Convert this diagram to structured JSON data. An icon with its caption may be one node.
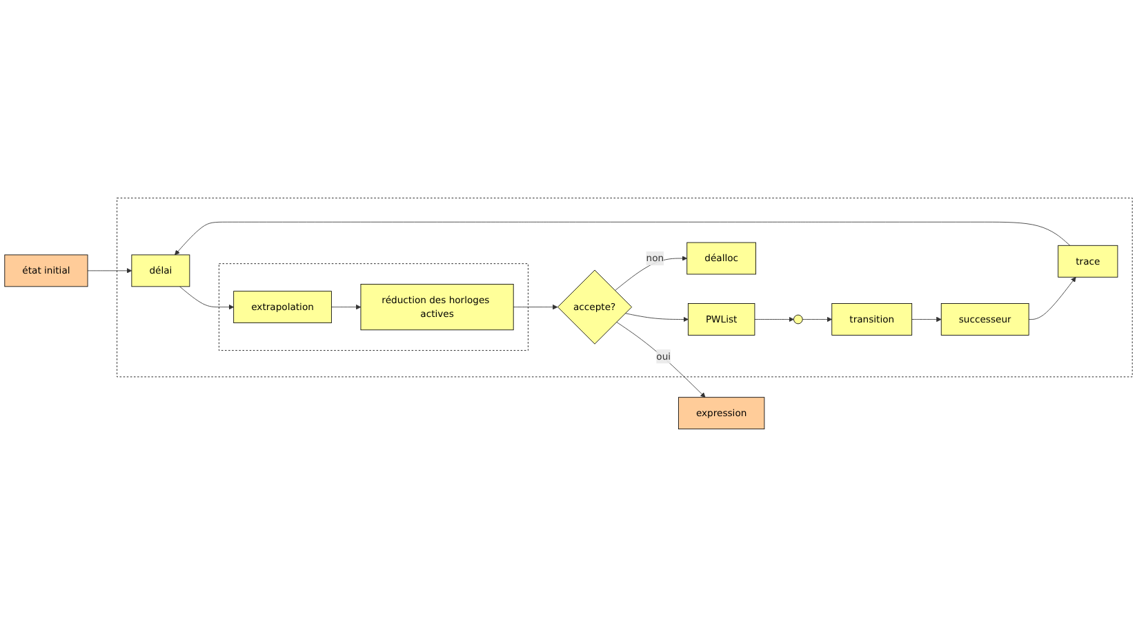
{
  "diagram": {
    "nodes": [
      {
        "text": [
          "état initial"
        ]
      },
      {
        "text": [],
        "shape": "box"
      },
      {
        "text": [
          "délai"
        ],
        "in": 1
      },
      {
        "text": [],
        "shape": "box",
        "in": 1
      },
      {
        "text": [
          "extrapolation"
        ],
        "in": 3
      },
      {
        "text": [
          "réduction des horloges actives"
        ],
        "in": 3
      },
      {
        "text": [
          "accepte?"
        ],
        "in": 1
      },
      {
        "text": [
          "PWList"
        ],
        "in": 1
      },
      {
        "text": [],
        "shape": "circle",
        "in": 1
      },
      {
        "text": [
          "déalloc"
        ],
        "in": 1
      },
      {
        "text": [
          "transition"
        ],
        "in": 1
      },
      {
        "text": [
          "successeur"
        ],
        "in": 1
      },
      {
        "text": [
          "trace"
        ],
        "in": 1
      },
      {
        "text": [
          "expression"
        ]
      }
    ],
    "edges": [
      {
        "from": 0,
        "to": 2,
        "arrow": "to"
      },
      {
        "from": 2,
        "to": 4,
        "arrow": "to"
      },
      {
        "from": 4,
        "to": 5,
        "arrow": "to"
      },
      {
        "from": 5,
        "to": 6,
        "arrow": "to"
      },
      {
        "from": 6,
        "to": 7,
        "arrow": "to"
      },
      {
        "from": 6,
        "to": 9,
        "arrow": "to",
        "label": "non"
      },
      {
        "from": 6,
        "to": 13,
        "arrow": "to",
        "label": "oui"
      },
      {
        "from": 7,
        "to": 8,
        "arrow": "to"
      },
      {
        "from": 8,
        "to": 10,
        "arrow": "to"
      },
      {
        "from": 10,
        "to": 11,
        "arrow": "to"
      },
      {
        "from": 11,
        "to": 12,
        "arrow": "to"
      },
      {
        "from": 12,
        "to": 2,
        "arrow": "to"
      }
    ]
  }
}
